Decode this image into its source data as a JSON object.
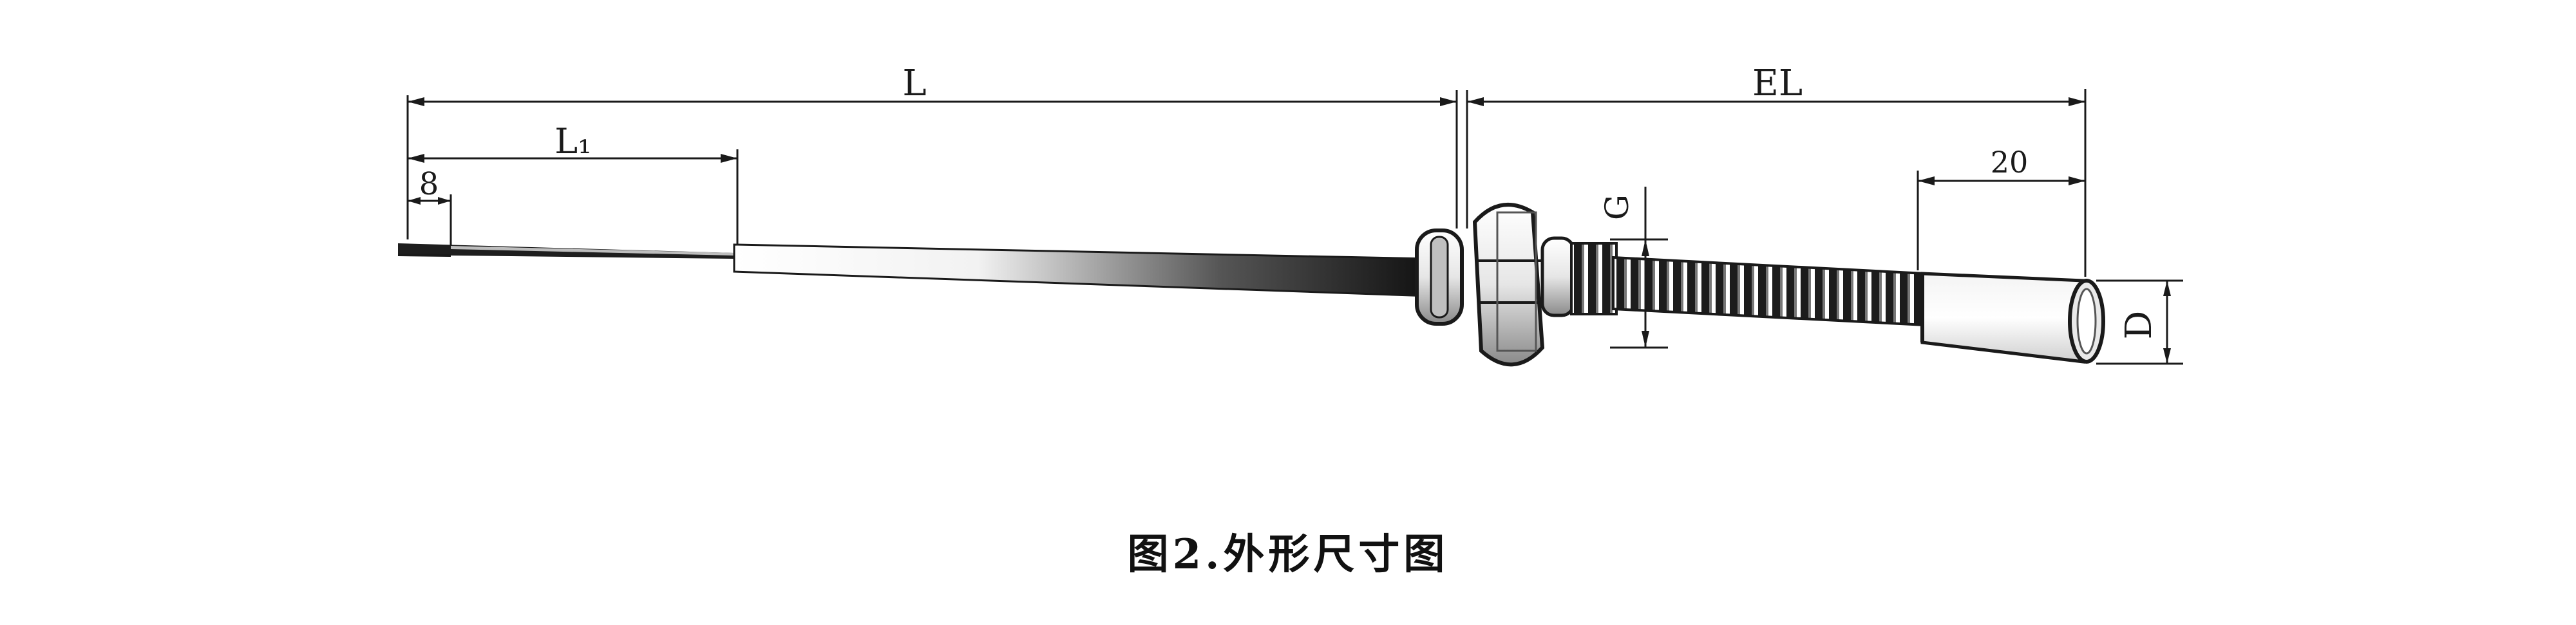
{
  "figure": {
    "caption": "图2.外形尺寸图",
    "dimensions": {
      "total_length": "L",
      "insertion_length": "EL",
      "lead_segment": "L₁",
      "strip_length": "8",
      "tip_length": "20",
      "thread": "G",
      "diameter": "D"
    },
    "colors": {
      "line": "#1a1a1a",
      "sheath_dark": "#111111",
      "sheath_light": "#f2f2f2"
    }
  }
}
